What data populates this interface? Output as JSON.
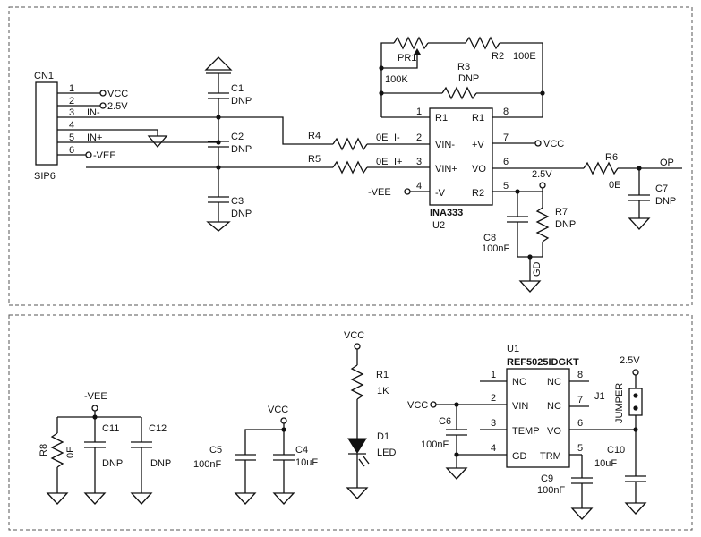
{
  "cn1": {
    "ref": "CN1",
    "pkg": "SIP6",
    "pins": [
      "1",
      "2",
      "3",
      "4",
      "5",
      "6"
    ],
    "nets": [
      "VCC",
      "2.5V",
      "IN-",
      "",
      "IN+",
      "-VEE"
    ]
  },
  "c1": {
    "ref": "C1",
    "val": "DNP"
  },
  "c2": {
    "ref": "C2",
    "val": "DNP"
  },
  "c3": {
    "ref": "C3",
    "val": "DNP"
  },
  "r4": {
    "ref": "R4",
    "val": "0E"
  },
  "r5": {
    "ref": "R5",
    "val": "0E"
  },
  "pr1": {
    "ref": "PR1",
    "val": "100K"
  },
  "r2": {
    "ref": "R2",
    "val": "100E"
  },
  "r3": {
    "ref": "R3",
    "val": "DNP"
  },
  "u2": {
    "part": "INA333",
    "ref": "U2",
    "pin_nums": [
      "1",
      "2",
      "3",
      "4",
      "5",
      "6",
      "7",
      "8"
    ],
    "pin_names": [
      "R1",
      "VIN-",
      "VIN+",
      "-V",
      "R2",
      "VO",
      "+V",
      "R1"
    ]
  },
  "nets": {
    "iminus": "I-",
    "iplus": "I+",
    "vcc": "VCC",
    "vee": "-VEE",
    "v25": "2.5V",
    "op": "OP",
    "gd": "GD"
  },
  "r6": {
    "ref": "R6",
    "val": "0E"
  },
  "c7": {
    "ref": "C7",
    "val": "DNP"
  },
  "r7": {
    "ref": "R7",
    "val": "DNP"
  },
  "c8": {
    "ref": "C8",
    "val": "100nF"
  },
  "r8": {
    "ref": "R8",
    "val": "0E"
  },
  "c11": {
    "ref": "C11",
    "val": "DNP"
  },
  "c12": {
    "ref": "C12",
    "val": "DNP"
  },
  "c5": {
    "ref": "C5",
    "val": "100nF"
  },
  "c4": {
    "ref": "C4",
    "val": "10uF"
  },
  "r1": {
    "ref": "R1",
    "val": "1K"
  },
  "d1": {
    "ref": "D1",
    "val": "LED"
  },
  "u1": {
    "ref": "U1",
    "part": "REF5025IDGKT",
    "pin_nums": [
      "1",
      "2",
      "3",
      "4",
      "5",
      "6",
      "7",
      "8"
    ],
    "pin_names": [
      "NC",
      "VIN",
      "TEMP",
      "GD",
      "TRM",
      "VO",
      "NC",
      "NC"
    ]
  },
  "c6": {
    "ref": "C6",
    "val": "100nF"
  },
  "j1": {
    "ref": "J1",
    "label": "JUMPER"
  },
  "c9": {
    "ref": "C9",
    "val": "100nF"
  },
  "c10": {
    "ref": "C10",
    "val": "10uF"
  }
}
